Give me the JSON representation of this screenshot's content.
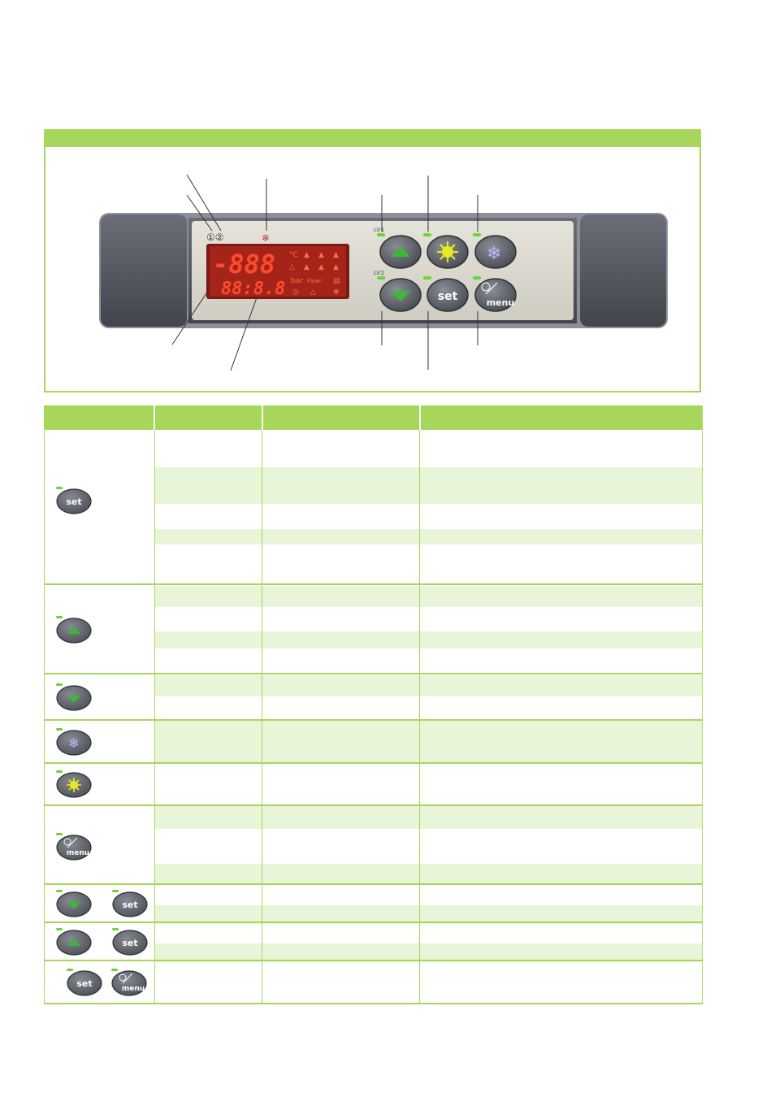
{
  "display": {
    "top_digits": "-888",
    "bottom_digits": "88:8.8",
    "circuit_indicators": "①②",
    "unit_label": "°C",
    "bar_label": "bar",
    "flow_label": "Flow!"
  },
  "buttons": {
    "cir1_label": "cir1",
    "cir2_label": "cir2",
    "set_label": "set",
    "menu_label": "menu"
  },
  "table": {
    "headers": [
      "",
      "",
      "",
      ""
    ],
    "groups": [
      {
        "icons": [
          "set"
        ],
        "rows": 5
      },
      {
        "icons": [
          "up"
        ],
        "rows": 4
      },
      {
        "icons": [
          "down"
        ],
        "rows": 2
      },
      {
        "icons": [
          "snow"
        ],
        "rows": 1
      },
      {
        "icons": [
          "sun"
        ],
        "rows": 1
      },
      {
        "icons": [
          "menu"
        ],
        "rows": 3
      },
      {
        "icons": [
          "down",
          "set"
        ],
        "rows": 2
      },
      {
        "icons": [
          "up",
          "set"
        ],
        "rows": 2
      },
      {
        "icons": [
          "set",
          "menu"
        ],
        "rows": 1
      }
    ]
  },
  "colors": {
    "accent_green": "#a8d65a",
    "row_tint": "#e9f5d8",
    "display_red": "#e8301c",
    "button_gray": "#5c6068"
  },
  "icons": [
    "snowflake-icon",
    "sun-icon",
    "arrow-up-icon",
    "arrow-down-icon",
    "clock-icon"
  ]
}
